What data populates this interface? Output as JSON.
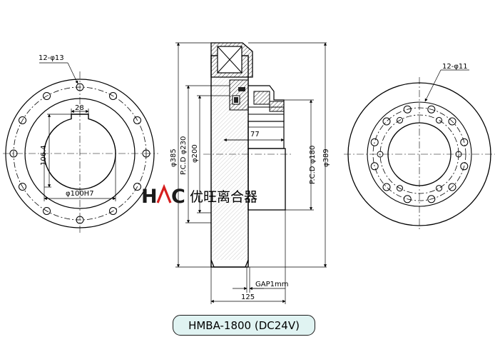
{
  "left_view": {
    "bolt_note": "12-φ13",
    "key_width": "28",
    "key_height": "106.4",
    "bore": "φ100H7"
  },
  "section_view": {
    "outer_diameter": "φ385",
    "pcd_inner": "P.C.D φ230",
    "hub_diameter": "φ200",
    "hub_length": "77",
    "pcd_right": "P.C.D φ180",
    "flange_diameter": "φ389",
    "gap": "GAP1mm",
    "total_length": "125"
  },
  "right_view": {
    "bolt_note": "12-φ11"
  },
  "brand": {
    "logo": "HAC",
    "name": "优旺离合器"
  },
  "model": {
    "label": "HMBA-1800 (DC24V)"
  },
  "colors": {
    "line": "#000000",
    "hatch": "#333333",
    "badge_fill": "#e0f3f2",
    "logo_red": "#d61f1f",
    "logo_dark": "#1a1a1a"
  }
}
